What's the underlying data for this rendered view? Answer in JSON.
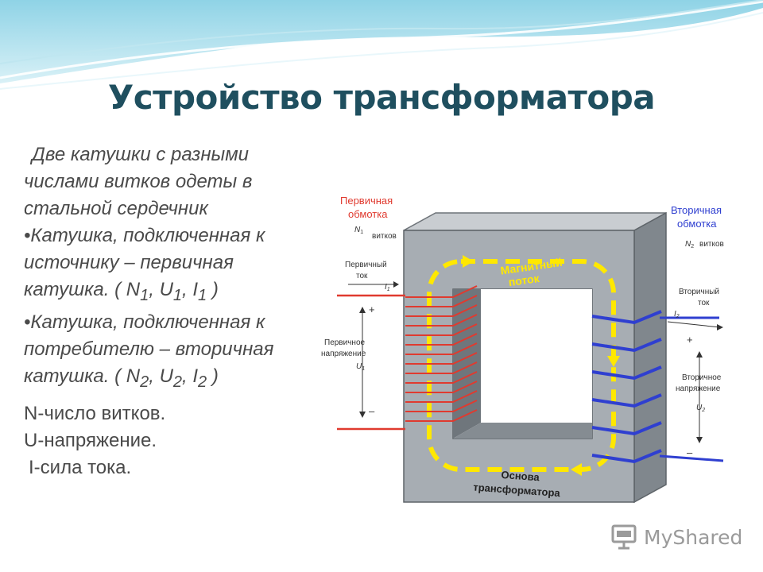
{
  "slide": {
    "title": "Устройство трансформатора",
    "bullets": {
      "p1": "Две катушки с разными числами витков одеты в стальной сердечник",
      "p2_prefix": "•Катушка, подключенная к источнику – первичная катушка. ( ",
      "p3_prefix": "•Катушка, подключенная к потребителю – вторичная катушка. ( ",
      "sym_n": "N",
      "sym_u": "U",
      "sym_i": "I",
      "sub_1": "1",
      "sub_2": "2",
      "sep": ", ",
      "close": " )"
    },
    "legend": {
      "n": "N-число витков.",
      "u": "U-напряжение.",
      "i": "I-сила тока."
    }
  },
  "diagram": {
    "primary_winding_l1": "Первичная",
    "primary_winding_l2": "обмотка",
    "primary_turns": "витков",
    "n1_sym": "N",
    "primary_current_l1": "Первичный",
    "primary_current_l2": "ток",
    "primary_voltage_l1": "Первичное",
    "primary_voltage_l2": "напряжение",
    "secondary_winding_l1": "Вторичная",
    "secondary_winding_l2": "обмотка",
    "secondary_turns": "витков",
    "n2_sym": "N",
    "secondary_current_l1": "Вторичный",
    "secondary_current_l2": "ток",
    "secondary_voltage_l1": "Вторичное",
    "secondary_voltage_l2": "напряжение",
    "flux_l1": "Магнитный",
    "flux_l2": "поток",
    "core_l1": "Основа",
    "core_l2": "трансформатора",
    "i1": "I1",
    "i2": "I2",
    "u1": "U1",
    "u2": "U2",
    "plus": "+",
    "minus": "–",
    "colors": {
      "primary": "#e03a2f",
      "secondary": "#2f3fd0",
      "flux": "#ffe800",
      "core": "#a7adb3",
      "label_red": "#e03a2f",
      "label_blue": "#2f3fd0"
    }
  },
  "watermark": {
    "text": "MyShared",
    "icon": "presentation-board-icon"
  }
}
